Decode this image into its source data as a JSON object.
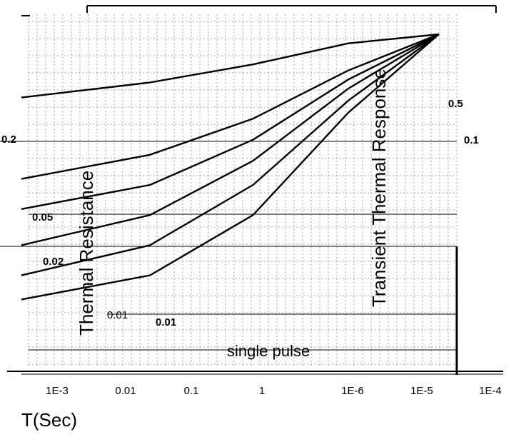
{
  "chart_data": {
    "type": "line",
    "title": "",
    "xlabel": "T(Sec)",
    "ylabel": "Thermal Resistance",
    "y2label": "Transient Thermal Response",
    "x_tick_labels": [
      "1E-3",
      "0.01",
      "0.1",
      "1",
      "1E-6",
      "1E-5",
      "1E-4"
    ],
    "x_scale": "log",
    "grid": true,
    "legend": "none",
    "series": [
      {
        "name": "0.5",
        "values": [
          0.79,
          0.84,
          0.9,
          0.97,
          1.0
        ]
      },
      {
        "name": "0.2",
        "values": [
          0.52,
          0.6,
          0.72,
          0.88,
          1.0
        ]
      },
      {
        "name": "0.1",
        "values": [
          0.42,
          0.5,
          0.65,
          0.85,
          1.0
        ]
      },
      {
        "name": "0.05",
        "values": [
          0.3,
          0.4,
          0.58,
          0.82,
          1.0
        ]
      },
      {
        "name": "0.02",
        "values": [
          0.2,
          0.3,
          0.5,
          0.78,
          1.0
        ]
      },
      {
        "name": "0.01",
        "values": [
          0.12,
          0.2,
          0.4,
          0.74,
          1.0
        ]
      }
    ],
    "curve_labels": [
      "0.5",
      "0.2",
      "0.1",
      "0.05",
      "0.02",
      "0.01"
    ],
    "inset_text": "0.01",
    "bottom_text": "single pulse"
  },
  "colors": {
    "ink": "#000000",
    "grid": "#8c8c8c",
    "accent_green": "#9bd36a",
    "accent_purple": "#8a4a9c"
  }
}
